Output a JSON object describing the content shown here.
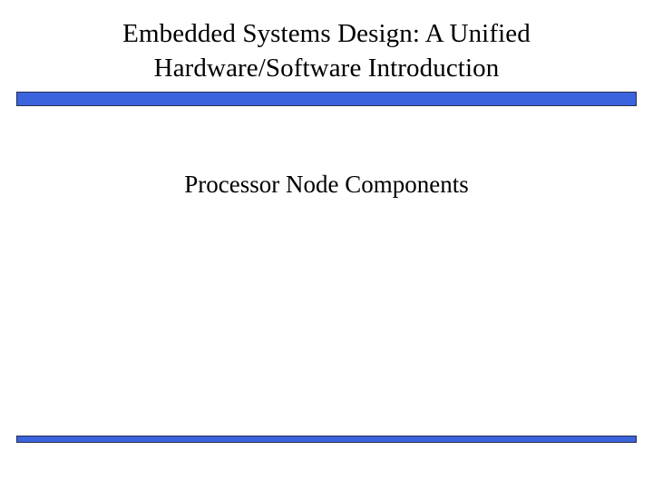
{
  "slide": {
    "background_color": "#ffffff",
    "title": {
      "lines": [
        "Embedded Systems Design: A Unified",
        "Hardware/Software Introduction"
      ]
    },
    "body": {
      "heading": "Processor Node Components"
    },
    "decorations": {
      "accent_color": "#3b63dd",
      "accent_border_color": "#26304f",
      "top_rule_label": "title-divider-rule",
      "bottom_rule_label": "footer-divider-rule"
    }
  }
}
